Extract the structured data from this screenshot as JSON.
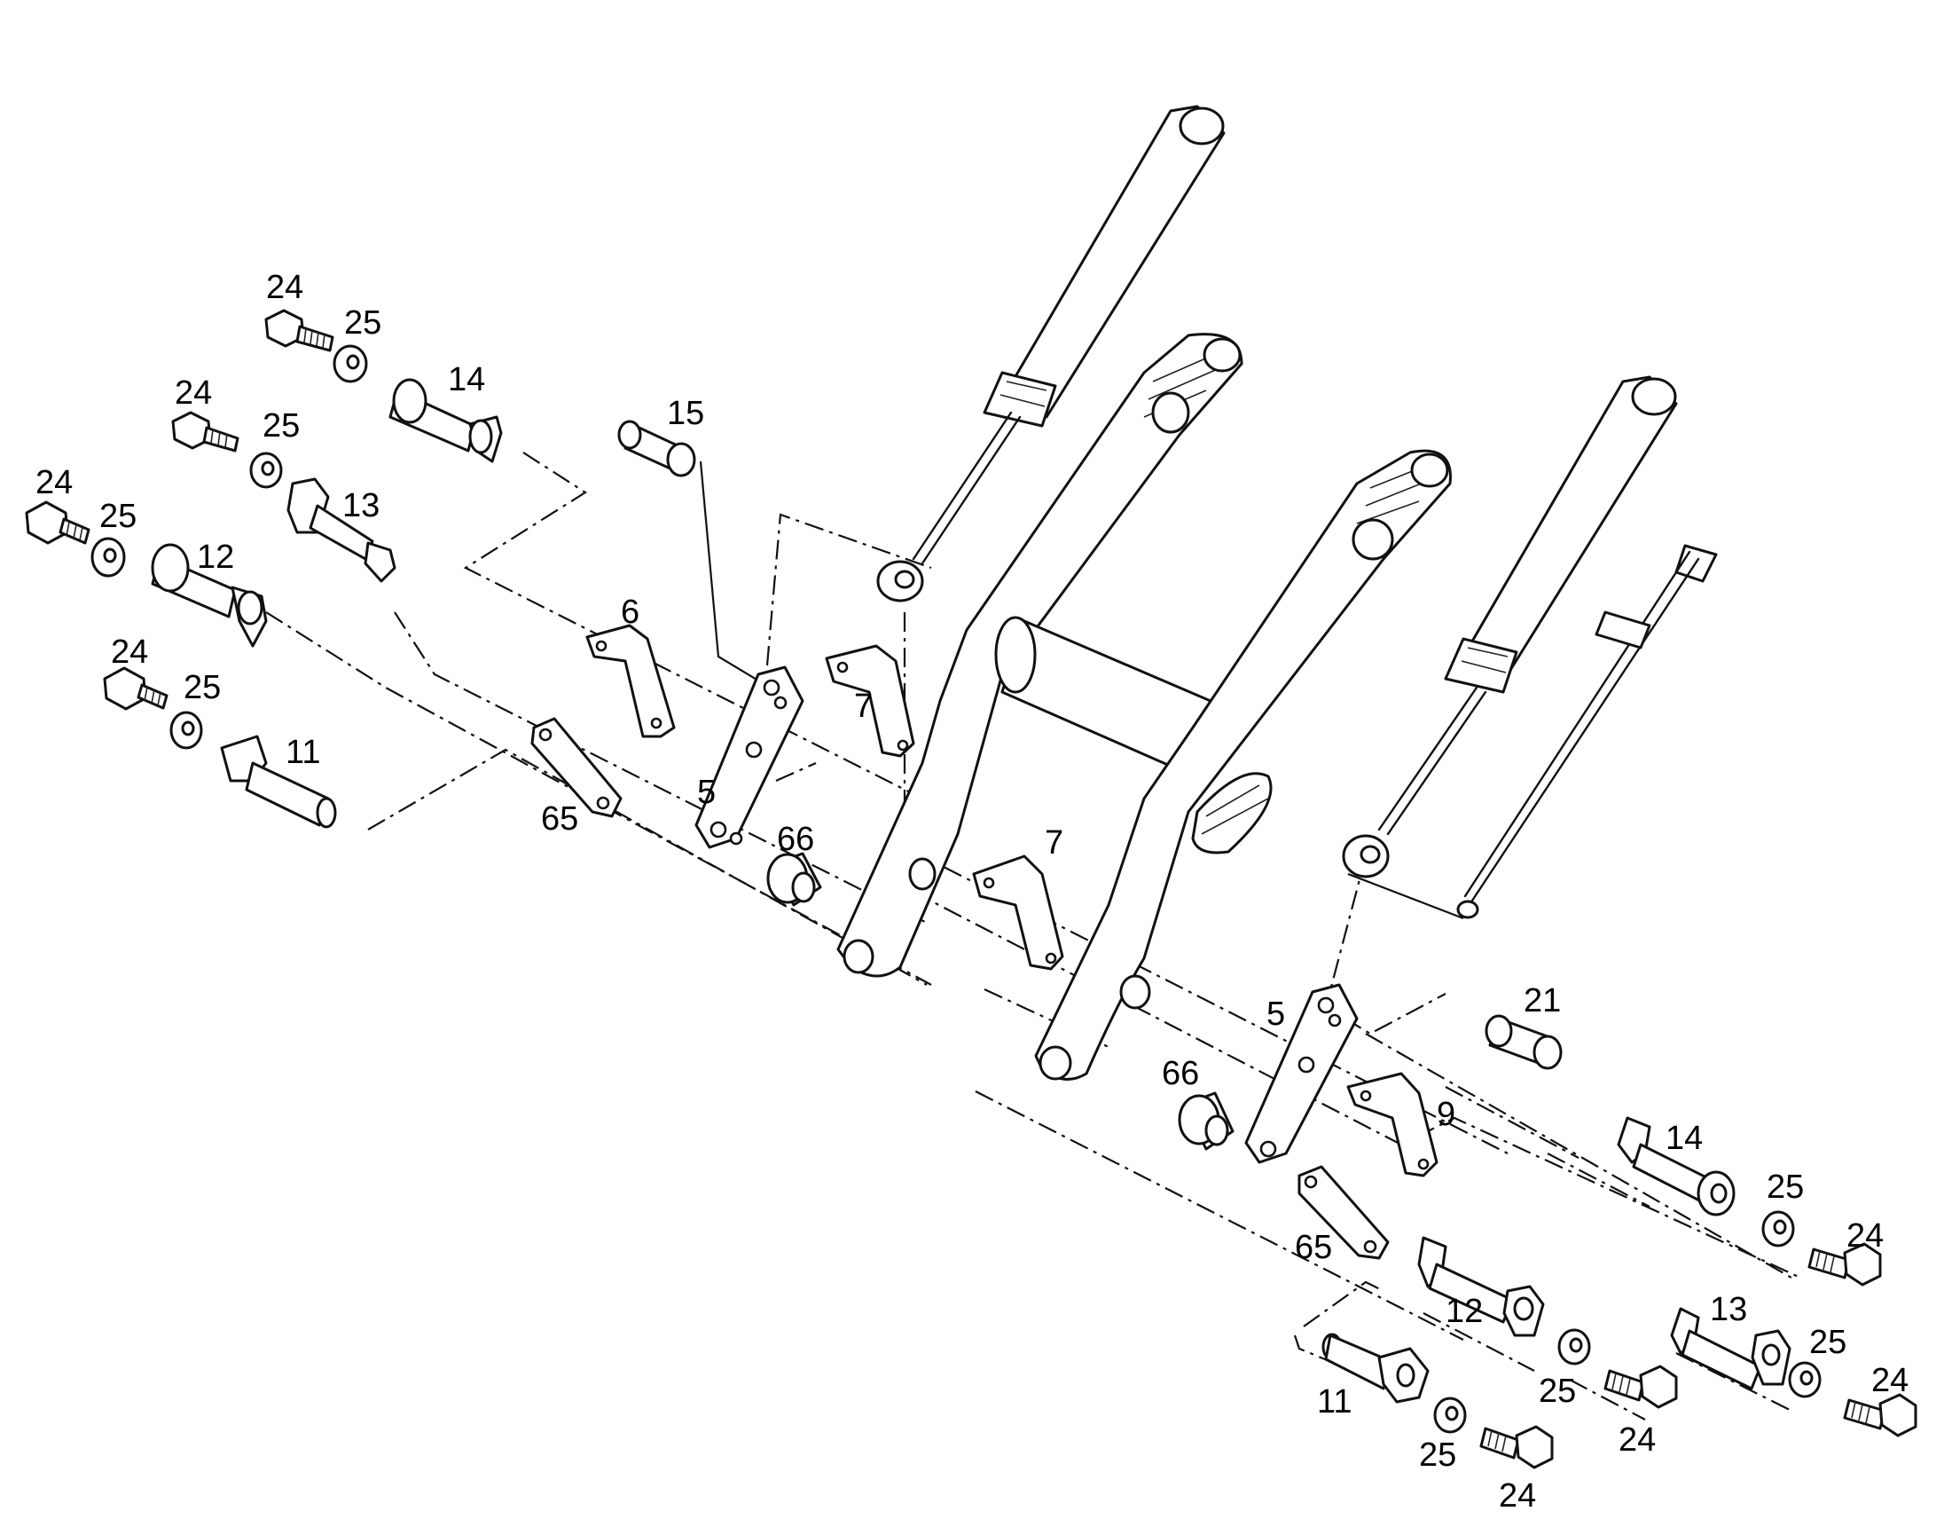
{
  "labels": {
    "l24a": "24",
    "l25a": "25",
    "l14a": "14",
    "l24b": "24",
    "l25b": "25",
    "l13a": "13",
    "l24c": "24",
    "l25c": "25",
    "l12a": "12",
    "l24d": "24",
    "l25d": "25",
    "l11a": "11",
    "l15": "15",
    "l6": "6",
    "l7a": "7",
    "l5a": "5",
    "l66a": "66",
    "l65a": "65",
    "l7b": "7",
    "l5b": "5",
    "l21": "21",
    "l66b": "66",
    "l9": "9",
    "l65b": "65",
    "l14b": "14",
    "l25e": "25",
    "l24e": "24",
    "l12b": "12",
    "l25f": "25",
    "l24f": "24",
    "l13b": "13",
    "l25g": "25",
    "l24g": "24",
    "l11b": "11",
    "l25h": "25",
    "l24h": "24"
  }
}
